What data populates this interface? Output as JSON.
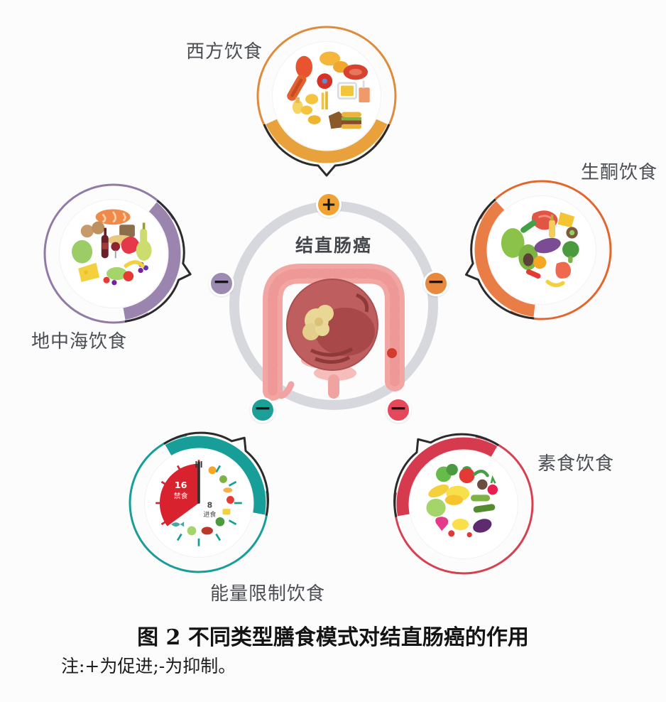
{
  "page": {
    "background": "#fcfcfc"
  },
  "center": {
    "label": "结直肠癌",
    "ring_color": "#d6d8dd",
    "illustration": "colon-with-tumor"
  },
  "diets": [
    {
      "id": "western",
      "label": "西方饮食",
      "effect": "+",
      "band_color": "#E9A13B",
      "arc_color": "#E08A3C",
      "badge_color": "#F0A232"
    },
    {
      "id": "keto",
      "label": "生酮饮食",
      "effect": "−",
      "band_color": "#E87E45",
      "arc_color": "#E2672F",
      "badge_color": "#E8893F"
    },
    {
      "id": "mediterranean",
      "label": "地中海饮食",
      "effect": "−",
      "band_color": "#9B85AE",
      "arc_color": "#917BA6",
      "badge_color": "#9C8BB0"
    },
    {
      "id": "energy",
      "label": "能量限制饮食",
      "effect": "−",
      "band_color": "#189E98",
      "arc_color": "#189E98",
      "badge_color": "#1BA098"
    },
    {
      "id": "vegetarian",
      "label": "素食饮食",
      "effect": "−",
      "band_color": "#D63A4F",
      "arc_color": "#D6404F",
      "badge_color": "#E4485A"
    }
  ],
  "clock": {
    "fasting_hours": "16",
    "fasting_label": "禁食",
    "eating_hours": "8",
    "eating_label": "进食"
  },
  "caption": {
    "title": "图 2  不同类型膳食模式对结直肠癌的作用",
    "note": "注:+为促进;-为抑制。"
  }
}
